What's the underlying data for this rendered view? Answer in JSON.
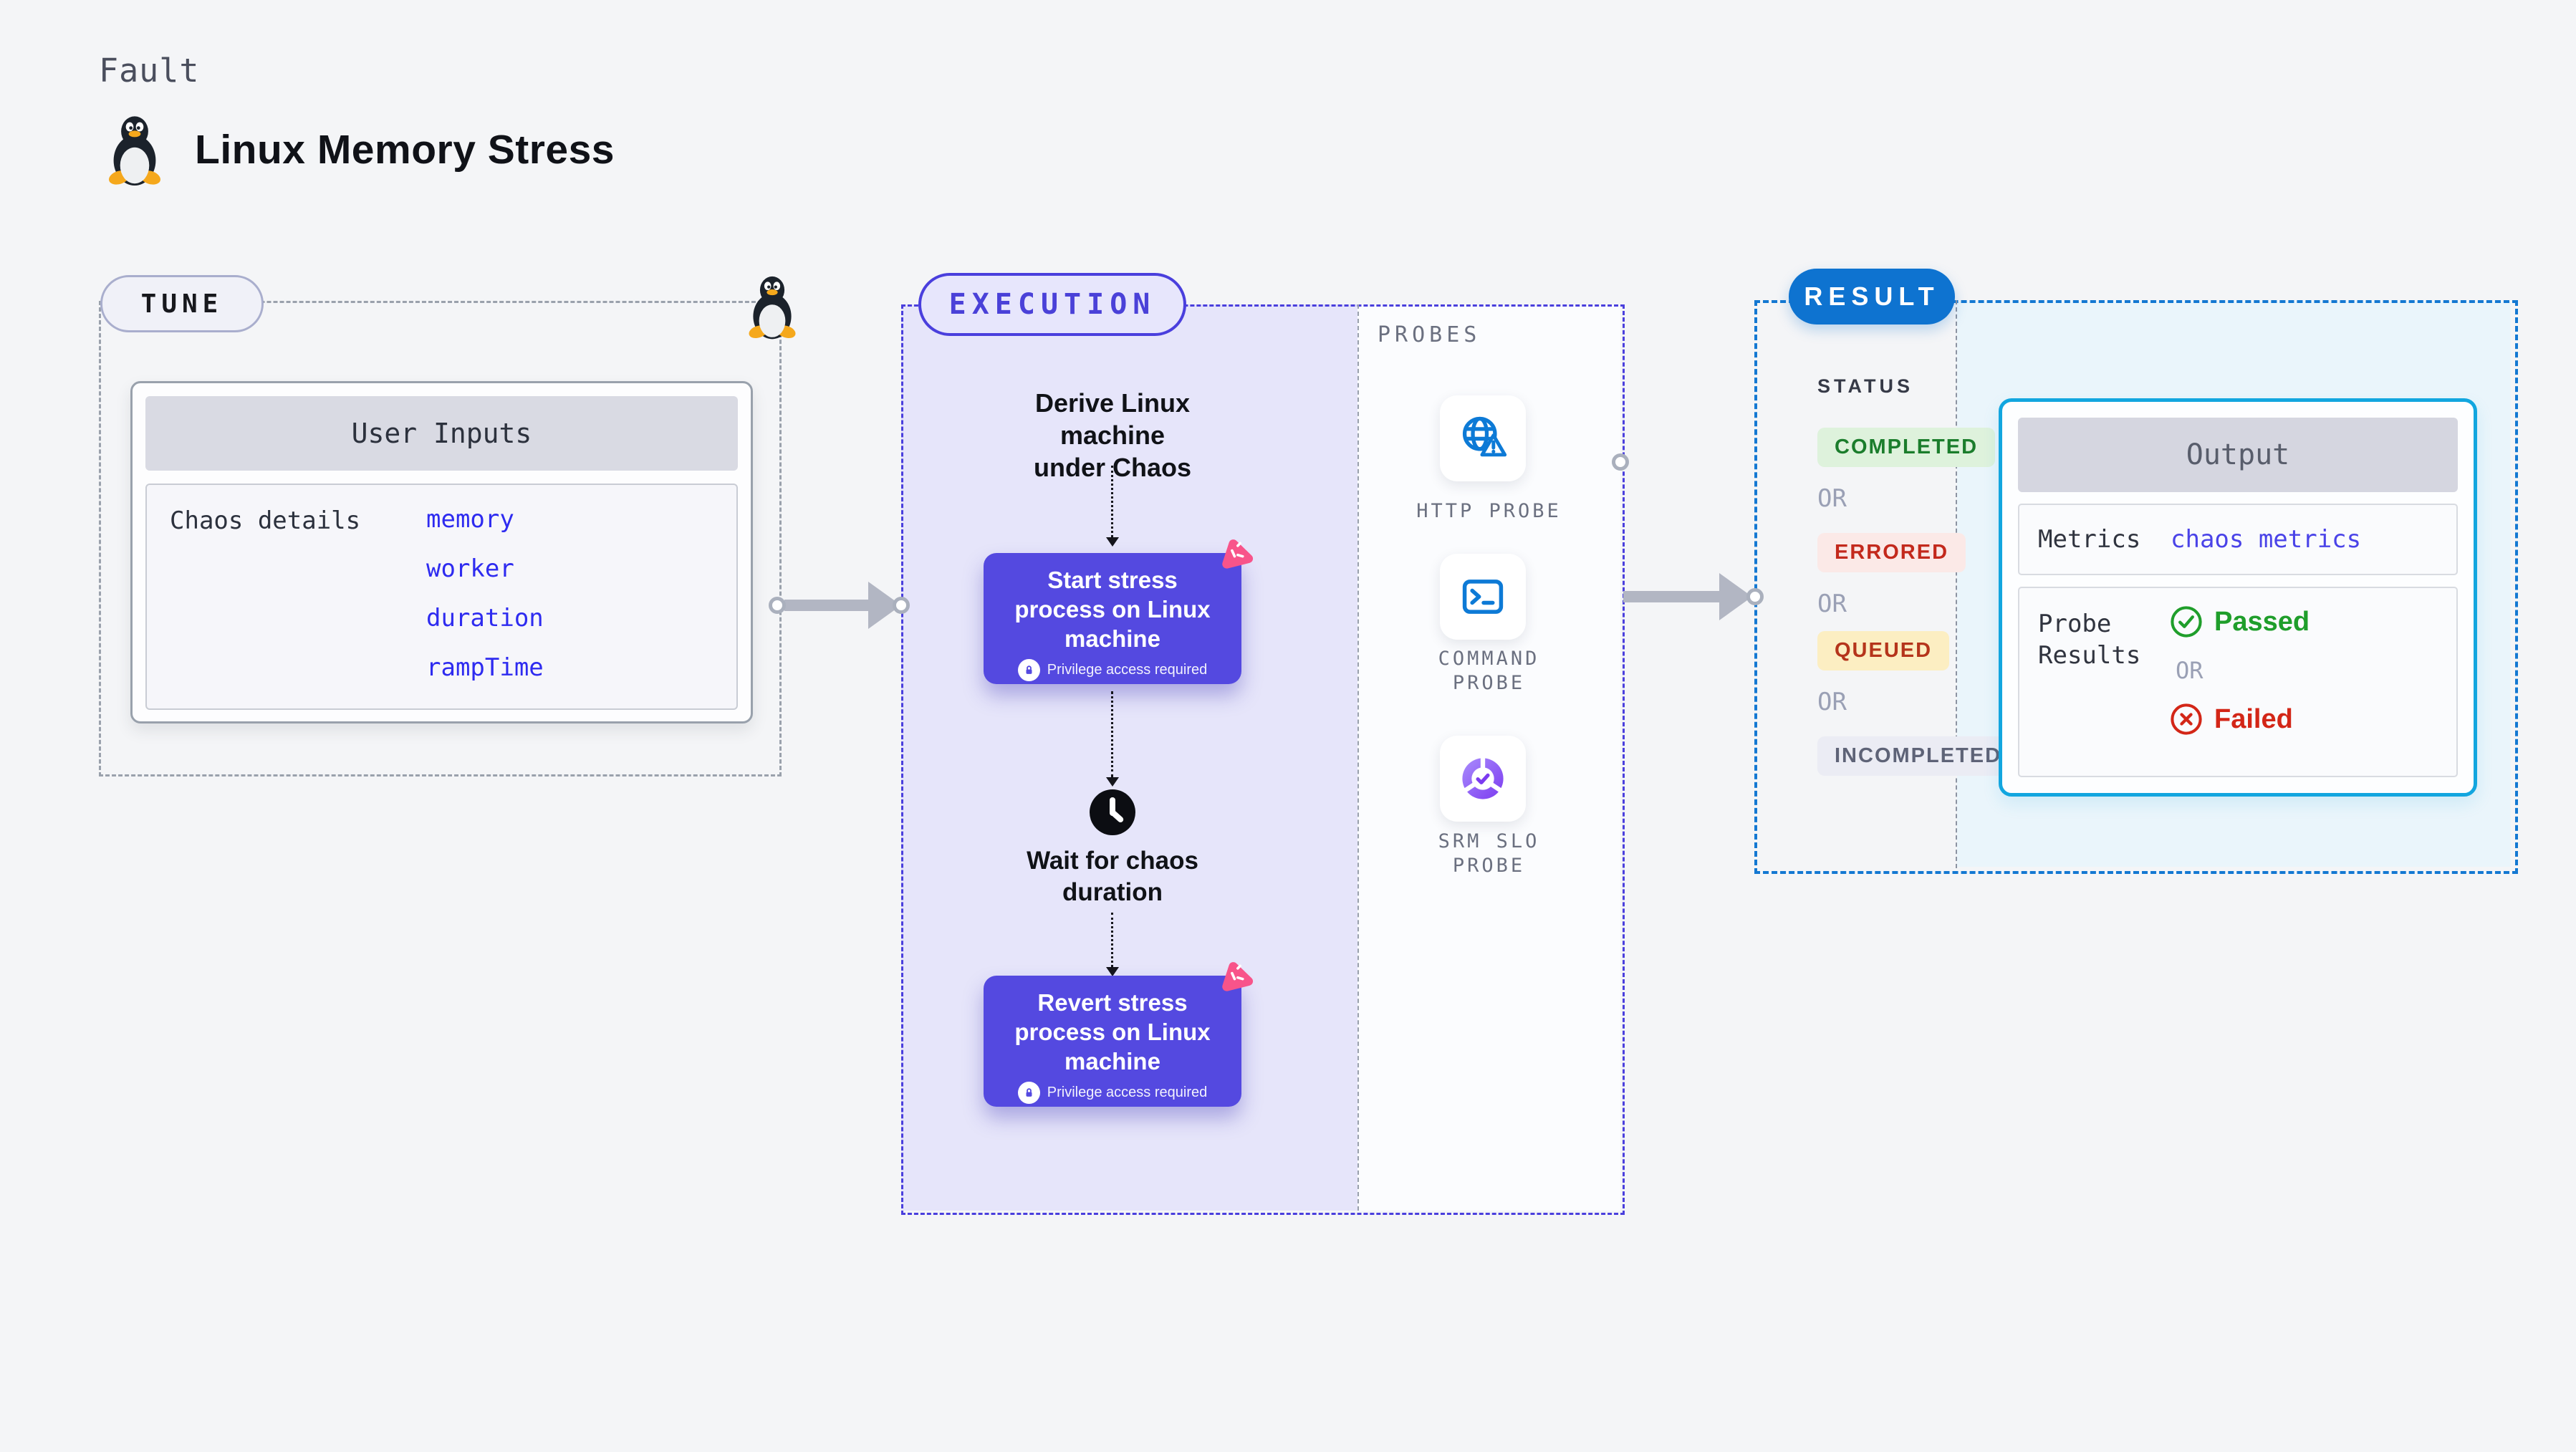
{
  "theme": {
    "accent-indigo": "#4a3fdd",
    "node-purple": "#5449e0",
    "accent-blue": "#0e73d0",
    "cyan-border": "#12a6df",
    "value-blue": "#2e2bf0",
    "link-indigo": "#4a43e8",
    "green": "#1f9e2b",
    "red": "#d32617",
    "pink": "#f8548a",
    "icon-blue": "#0d7ad6",
    "gray-border": "#9aa1ac",
    "arrow-gray": "#b2b6c3",
    "exec-fill": "#e6e5fa",
    "result-fill": "#eaf5fb"
  },
  "header": {
    "kicker": "Fault",
    "title": "Linux Memory Stress"
  },
  "tune": {
    "badge": "TUNE",
    "user_inputs": {
      "title": "User Inputs",
      "row_label": "Chaos details",
      "values": [
        "memory",
        "worker",
        "duration",
        "rampTime"
      ]
    }
  },
  "execution": {
    "badge": "EXECUTION",
    "derive_label": "Derive Linux machine\nunder Chaos",
    "start_node": {
      "title": "Start stress\nprocess on Linux\nmachine",
      "note": "Privilege access required"
    },
    "wait_label": "Wait for chaos\nduration",
    "revert_node": {
      "title": "Revert stress\nprocess on Linux\nmachine",
      "note": "Privilege access required"
    }
  },
  "probes": {
    "title": "PROBES",
    "items": [
      {
        "label": "HTTP PROBE",
        "icon": "http-globe-warning-icon"
      },
      {
        "label": "COMMAND\nPROBE",
        "icon": "command-terminal-icon"
      },
      {
        "label": "SRM SLO\nPROBE",
        "icon": "srm-slo-gauge-icon"
      }
    ]
  },
  "result": {
    "badge": "RESULT",
    "status": {
      "title": "STATUS",
      "separator": "OR",
      "badges": [
        {
          "label": "COMPLETED",
          "bg": "#def2dc",
          "fg": "#1b7d2c"
        },
        {
          "label": "ERRORED",
          "bg": "#fbe9e7",
          "fg": "#c3291c"
        },
        {
          "label": "QUEUED",
          "bg": "#fceec2",
          "fg": "#b5341b"
        },
        {
          "label": "INCOMPLETED",
          "bg": "#ebecf4",
          "fg": "#5e6377"
        }
      ]
    },
    "output": {
      "title": "Output",
      "metrics_label": "Metrics",
      "metrics_value": "chaos metrics",
      "probe_results_label": "Probe\nResults",
      "passed": "Passed",
      "separator": "OR",
      "failed": "Failed"
    }
  }
}
